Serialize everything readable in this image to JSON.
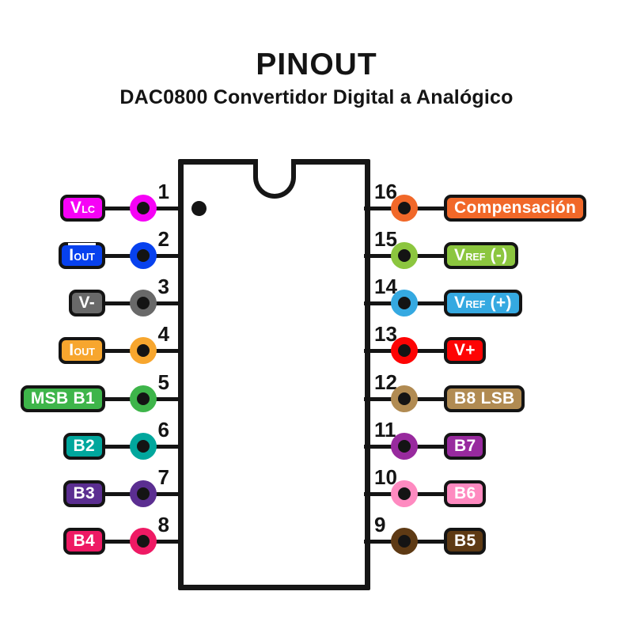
{
  "title": "PINOUT",
  "subtitle": "DAC0800 Convertidor Digital a Analógico",
  "chip": {
    "package": "DIP-16",
    "orientation_marks": [
      "top-notch",
      "pin1-dot"
    ]
  },
  "colors": {
    "ink": "#141414",
    "background": "#ffffff"
  },
  "pins": [
    {
      "number": "1",
      "side": "left",
      "row": 0,
      "color": "#F602F6",
      "text": "VLC",
      "label": {
        "main": "V",
        "sub": "LC"
      }
    },
    {
      "number": "2",
      "side": "left",
      "row": 1,
      "color": "#0741EE",
      "text": "IOUT (invertida)",
      "label": {
        "main": "I",
        "sub": "OUT",
        "overline": true
      }
    },
    {
      "number": "3",
      "side": "left",
      "row": 2,
      "color": "#696969",
      "text": "V-",
      "label": {
        "main": "V-"
      }
    },
    {
      "number": "4",
      "side": "left",
      "row": 3,
      "color": "#F7A62E",
      "text": "IOUT",
      "label": {
        "main": "I",
        "sub": "OUT"
      }
    },
    {
      "number": "5",
      "side": "left",
      "row": 4,
      "color": "#3EB54A",
      "text": "MSB B1",
      "label": {
        "main": "MSB B1"
      }
    },
    {
      "number": "6",
      "side": "left",
      "row": 5,
      "color": "#01A79D",
      "text": "B2",
      "label": {
        "main": "B2"
      }
    },
    {
      "number": "7",
      "side": "left",
      "row": 6,
      "color": "#5B2E91",
      "text": "B3",
      "label": {
        "main": "B3"
      }
    },
    {
      "number": "8",
      "side": "left",
      "row": 7,
      "color": "#EE1A64",
      "text": "B4",
      "label": {
        "main": "B4"
      }
    },
    {
      "number": "16",
      "side": "right",
      "row": 0,
      "color": "#F16829",
      "text": "Compensación",
      "label": {
        "main": "Compensación"
      }
    },
    {
      "number": "15",
      "side": "right",
      "row": 1,
      "color": "#8CC63F",
      "text": "VREF (-)",
      "label": {
        "main": "V",
        "sub": "REF",
        "post": " (-)"
      }
    },
    {
      "number": "14",
      "side": "right",
      "row": 2,
      "color": "#35A9E1",
      "text": "VREF (+)",
      "label": {
        "main": "V",
        "sub": "REF",
        "post": " (+)"
      }
    },
    {
      "number": "13",
      "side": "right",
      "row": 3,
      "color": "#FE0404",
      "text": "V+",
      "label": {
        "main": "V+"
      }
    },
    {
      "number": "12",
      "side": "right",
      "row": 4,
      "color": "#B18B52",
      "text": "B8 LSB",
      "label": {
        "main": "B8 LSB"
      }
    },
    {
      "number": "11",
      "side": "right",
      "row": 5,
      "color": "#982A9E",
      "text": "B7",
      "label": {
        "main": "B7"
      }
    },
    {
      "number": "10",
      "side": "right",
      "row": 6,
      "color": "#FE8AC0",
      "text": "B6",
      "label": {
        "main": "B6"
      }
    },
    {
      "number": "9",
      "side": "right",
      "row": 7,
      "color": "#5E3A14",
      "text": "B5",
      "label": {
        "main": "B5"
      }
    }
  ]
}
